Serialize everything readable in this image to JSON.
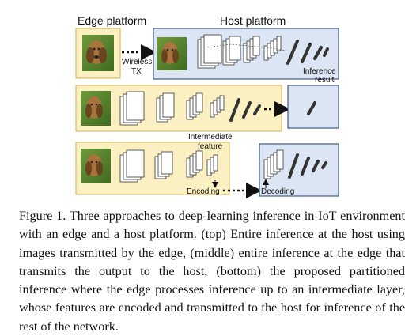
{
  "figure": {
    "edge_platform_title": "Edge platform",
    "host_platform_title": "Host platform",
    "wireless_line1": "Wireless",
    "wireless_line2": "TX",
    "inference_line1": "Inference",
    "inference_line2": "result",
    "intermediate_line1": "Intermediate",
    "intermediate_line2": "feature",
    "encoding_label": "Encoding",
    "decoding_label": "Decoding",
    "colors": {
      "edge_fill": "#fbf0c2",
      "edge_stroke": "#d8b04a",
      "edge_title": "#b8860b",
      "host_fill": "#dbe5f3",
      "host_stroke": "#1f3e6b",
      "host_title": "#2f5f9e"
    }
  },
  "caption": {
    "text": "Figure 1. Three approaches to deep-learning inference in IoT environment with an edge and a host platform. (top) Entire inference at the host using images transmitted by the edge, (middle) entire inference at the edge that transmits the output to the host, (bottom) the proposed partitioned inference where the edge processes inference up to an intermediate layer, whose features are encoded and transmitted to the host for inference of the rest of the network."
  }
}
